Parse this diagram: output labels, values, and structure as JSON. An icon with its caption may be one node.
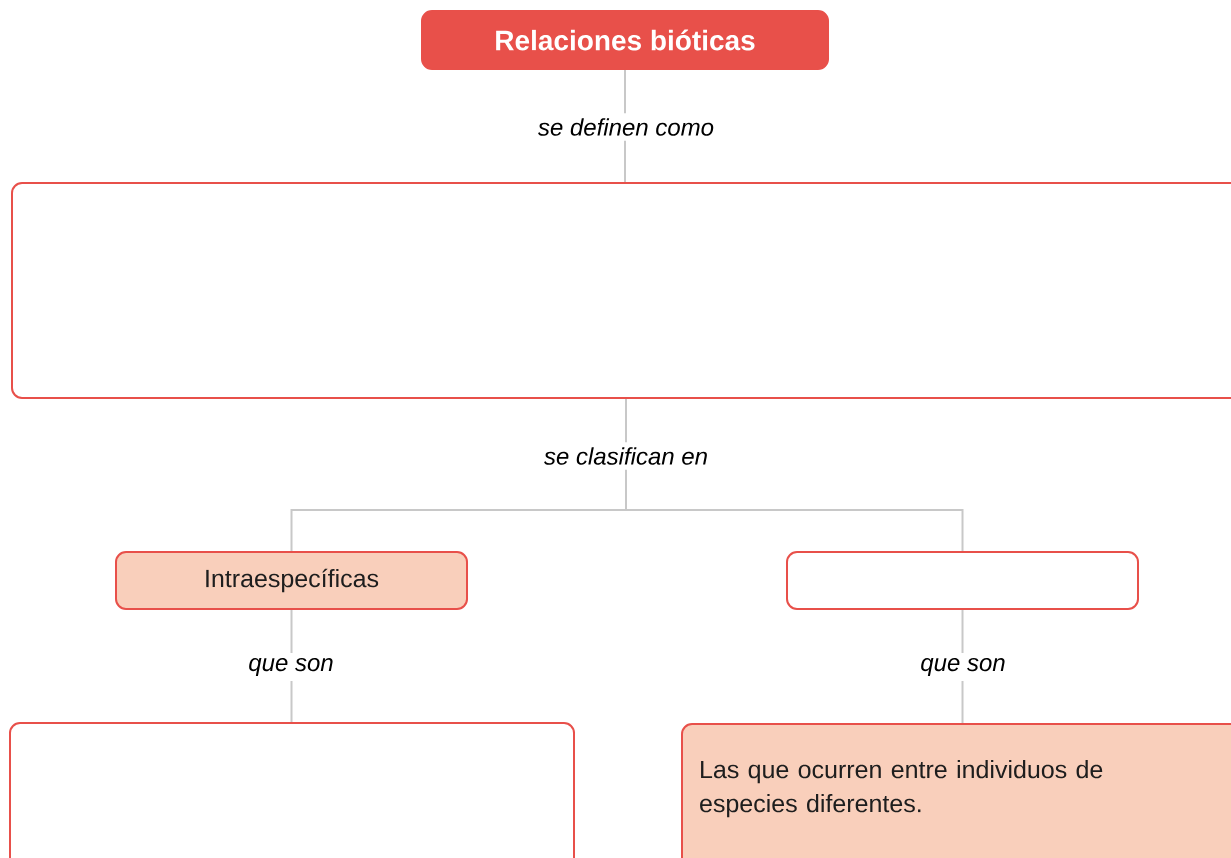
{
  "diagram": {
    "nodes": [
      {
        "text": [
          "Relaciones bióticas"
        ]
      },
      {
        "text": [],
        "shape": "box"
      },
      {
        "text": [
          "Intraespecíficas"
        ]
      },
      {
        "text": [],
        "shape": "box"
      },
      {
        "text": [],
        "shape": "box"
      },
      {
        "text": [
          "Las que ocurren entre individuos de especies diferentes."
        ]
      }
    ],
    "edges": [
      {
        "from": 0,
        "to": 1,
        "arrow": "none",
        "label": "se definen como"
      },
      {
        "from": 1,
        "to": 2,
        "arrow": "none",
        "label": "se clasifican en"
      },
      {
        "from": 1,
        "to": 3,
        "arrow": "none"
      },
      {
        "from": 2,
        "to": 4,
        "arrow": "none",
        "label": "que son"
      },
      {
        "from": 3,
        "to": 5,
        "arrow": "none",
        "label": "que son"
      }
    ]
  }
}
